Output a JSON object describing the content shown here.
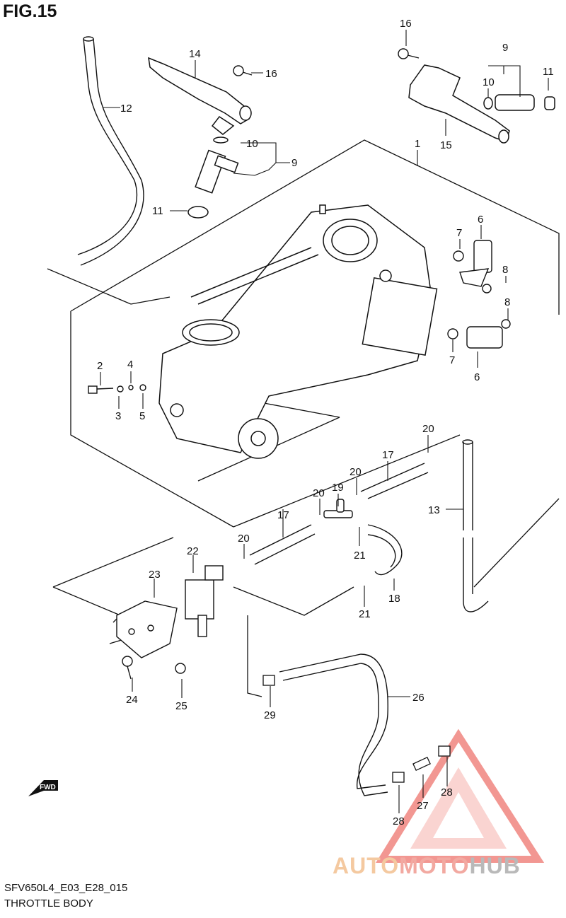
{
  "figure": {
    "title": "FIG.15"
  },
  "footer": {
    "code": "SFV650L4_E03_E28_015",
    "title": "THROTTLE BODY"
  },
  "watermark": {
    "part1": "AUTO",
    "part2": "MOTO",
    "part3": "HUB"
  },
  "fwd_label": "FWD",
  "callouts": [
    {
      "id": "c1",
      "text": "1"
    },
    {
      "id": "c2",
      "text": "2"
    },
    {
      "id": "c3",
      "text": "3"
    },
    {
      "id": "c4",
      "text": "4"
    },
    {
      "id": "c5",
      "text": "5"
    },
    {
      "id": "c6a",
      "text": "6"
    },
    {
      "id": "c6b",
      "text": "6"
    },
    {
      "id": "c7a",
      "text": "7"
    },
    {
      "id": "c7b",
      "text": "7"
    },
    {
      "id": "c8a",
      "text": "8"
    },
    {
      "id": "c8b",
      "text": "8"
    },
    {
      "id": "c9a",
      "text": "9"
    },
    {
      "id": "c9b",
      "text": "9"
    },
    {
      "id": "c10a",
      "text": "10"
    },
    {
      "id": "c10b",
      "text": "10"
    },
    {
      "id": "c11a",
      "text": "11"
    },
    {
      "id": "c11b",
      "text": "11"
    },
    {
      "id": "c12",
      "text": "12"
    },
    {
      "id": "c13",
      "text": "13"
    },
    {
      "id": "c14",
      "text": "14"
    },
    {
      "id": "c15",
      "text": "15"
    },
    {
      "id": "c16a",
      "text": "16"
    },
    {
      "id": "c16b",
      "text": "16"
    },
    {
      "id": "c17a",
      "text": "17"
    },
    {
      "id": "c17b",
      "text": "17"
    },
    {
      "id": "c18",
      "text": "18"
    },
    {
      "id": "c19",
      "text": "19"
    },
    {
      "id": "c20a",
      "text": "20"
    },
    {
      "id": "c20b",
      "text": "20"
    },
    {
      "id": "c20c",
      "text": "20"
    },
    {
      "id": "c20d",
      "text": "20"
    },
    {
      "id": "c21a",
      "text": "21"
    },
    {
      "id": "c21b",
      "text": "21"
    },
    {
      "id": "c22",
      "text": "22"
    },
    {
      "id": "c23",
      "text": "23"
    },
    {
      "id": "c24",
      "text": "24"
    },
    {
      "id": "c25",
      "text": "25"
    },
    {
      "id": "c26",
      "text": "26"
    },
    {
      "id": "c27",
      "text": "27"
    },
    {
      "id": "c28a",
      "text": "28"
    },
    {
      "id": "c28b",
      "text": "28"
    },
    {
      "id": "c29",
      "text": "29"
    }
  ],
  "colors": {
    "line": "#111111",
    "watermark_red": "#e8433a"
  }
}
